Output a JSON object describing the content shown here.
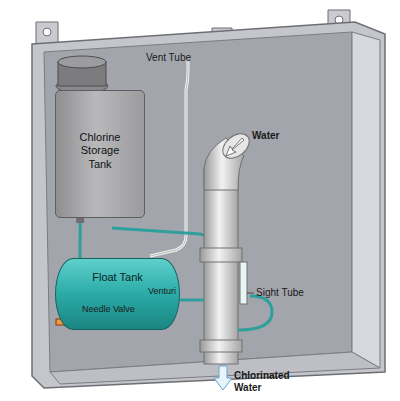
{
  "diagram": {
    "nodes": [
      {
        "text": [
          "Chlorine Storage Tank"
        ]
      },
      {
        "text": [
          "Float Tank"
        ]
      }
    ],
    "edges": [
      {
        "from": 0,
        "to": 1,
        "arrow": "none"
      }
    ],
    "labels": [
      "Vent Tube",
      "Water",
      "Needle Valve",
      "Venturi",
      "Sight Tube",
      "Chlorinated Water"
    ]
  }
}
